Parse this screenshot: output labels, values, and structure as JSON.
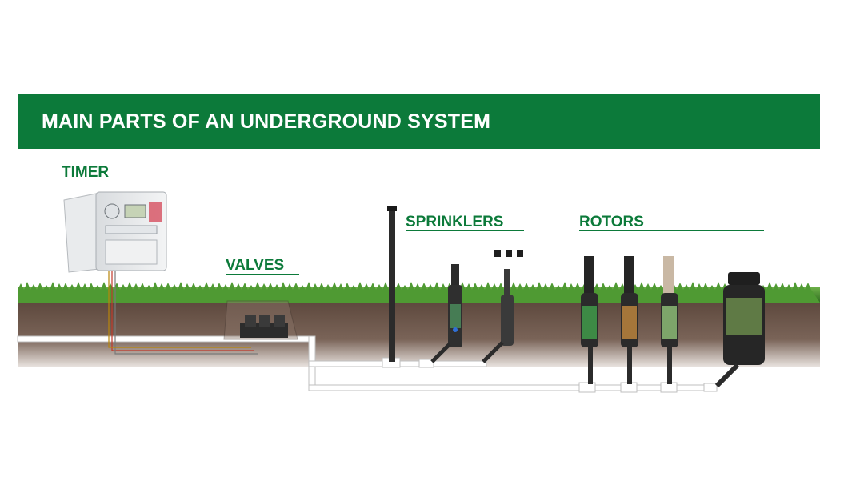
{
  "title": "MAIN PARTS OF AN UNDERGROUND SYSTEM",
  "labels": {
    "timer": "TIMER",
    "valves": "VALVES",
    "sprinklers": "SPRINKLERS",
    "rotors": "ROTORS"
  },
  "colors": {
    "brand_green": "#0c7a3a",
    "grass": "#3f8a2a",
    "soil": "#6b5548",
    "pipe": "#ffffff",
    "body": "#2b2b2b"
  },
  "icons": [
    "timer-controller-icon",
    "valve-manifold-icon",
    "riser-pipe-icon",
    "spray-sprinkler-icon",
    "nozzle-icon",
    "rotor-icon",
    "impact-rotor-icon"
  ]
}
